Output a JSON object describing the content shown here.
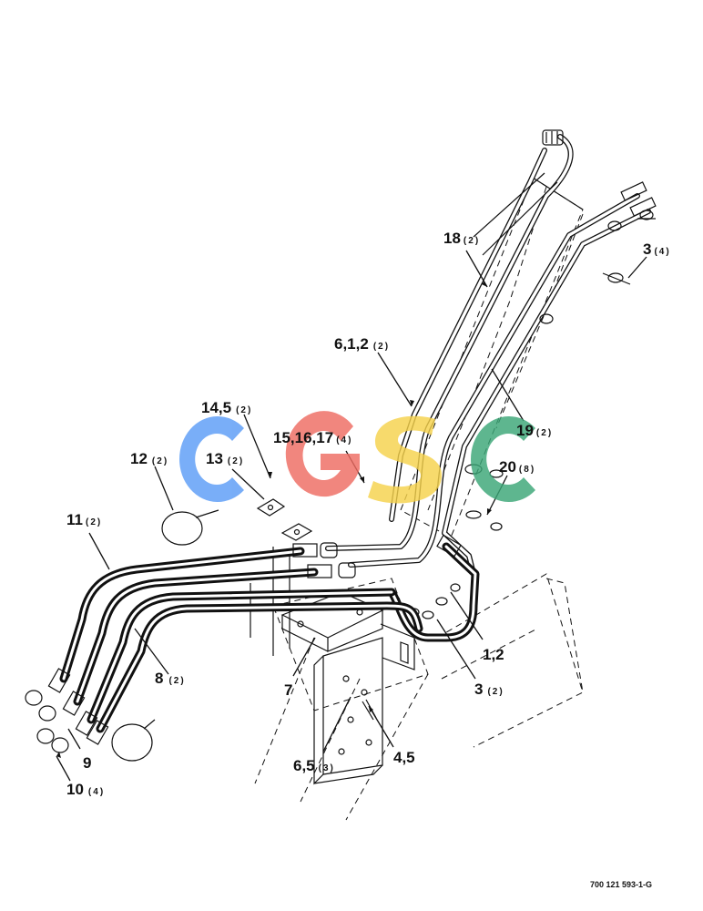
{
  "drawing_number": "700 121 593-1-G",
  "watermark": {
    "text": "CGSC",
    "colors": [
      "#5b9cf6",
      "#ef6c62",
      "#f6d24c",
      "#3aa676"
    ]
  },
  "callouts": [
    {
      "id": "c18",
      "label": "18",
      "qty": "(2)"
    },
    {
      "id": "c3a",
      "label": "3",
      "qty": "(4)"
    },
    {
      "id": "c612",
      "label": "6,1,2",
      "qty": "(2)"
    },
    {
      "id": "c145",
      "label": "14,5",
      "qty": "(2)"
    },
    {
      "id": "c151617",
      "label": "15,16,17",
      "qty": "(4)"
    },
    {
      "id": "c19",
      "label": "19",
      "qty": "(2)"
    },
    {
      "id": "c12",
      "label": "12",
      "qty": "(2)"
    },
    {
      "id": "c13",
      "label": "13",
      "qty": "(2)"
    },
    {
      "id": "c20",
      "label": "20",
      "qty": "(8)"
    },
    {
      "id": "c11",
      "label": "11",
      "qty": "(2)"
    },
    {
      "id": "c12b",
      "label": "1,2",
      "qty": ""
    },
    {
      "id": "c8",
      "label": "8",
      "qty": "(2)"
    },
    {
      "id": "c7",
      "label": "7",
      "qty": ""
    },
    {
      "id": "c3b",
      "label": "3",
      "qty": "(2)"
    },
    {
      "id": "c45",
      "label": "4,5",
      "qty": ""
    },
    {
      "id": "c65",
      "label": "6,5",
      "qty": "(3)"
    },
    {
      "id": "c9",
      "label": "9",
      "qty": ""
    },
    {
      "id": "c10",
      "label": "10",
      "qty": "(4)"
    }
  ]
}
